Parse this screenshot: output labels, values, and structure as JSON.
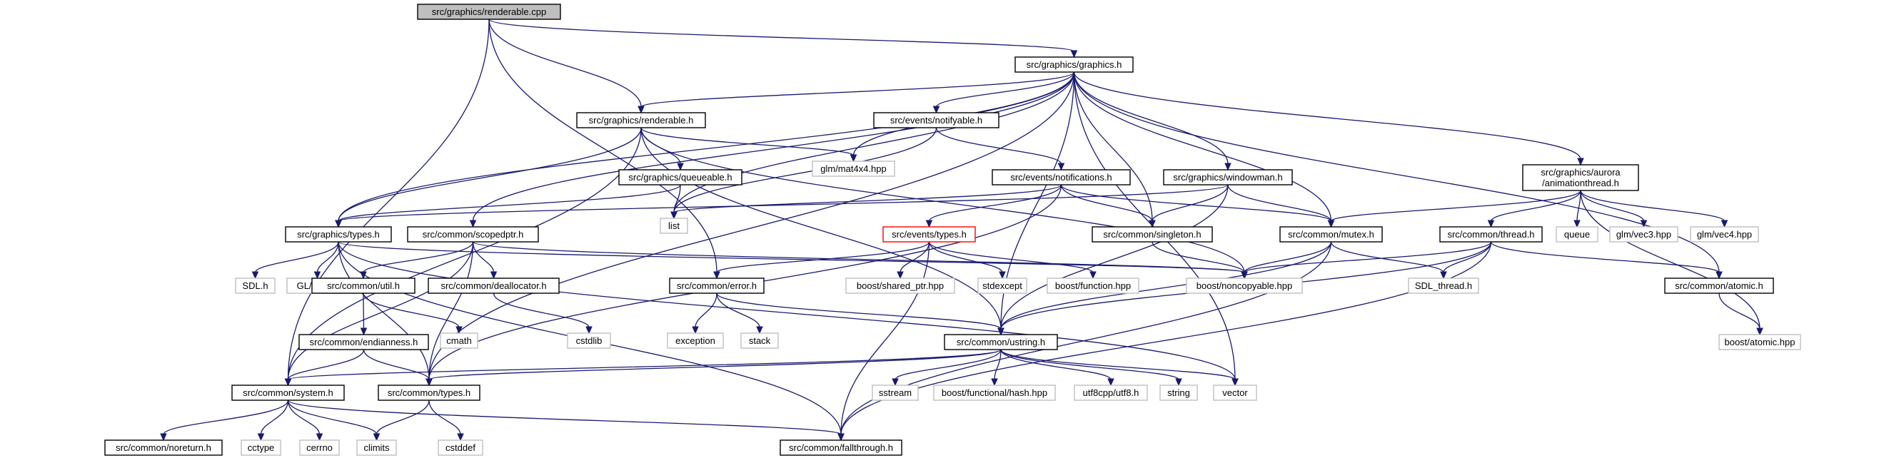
{
  "diagram": {
    "type": "include-dependency-graph",
    "colors": {
      "edge": "#191970",
      "project_border": "#000000",
      "external_border": "#bfbfbf",
      "root_fill": "#bfbfbf",
      "highlight_border": "#ff0000"
    },
    "nodes": [
      {
        "id": "renderable_cpp",
        "lines": [
          "src/graphics/renderable.cpp"
        ],
        "kind": "root"
      },
      {
        "id": "graphics_h",
        "lines": [
          "src/graphics/graphics.h"
        ],
        "kind": "project"
      },
      {
        "id": "renderable_h",
        "lines": [
          "src/graphics/renderable.h"
        ],
        "kind": "project"
      },
      {
        "id": "notifyable_h",
        "lines": [
          "src/events/notifyable.h"
        ],
        "kind": "project"
      },
      {
        "id": "glm_mat4",
        "lines": [
          "glm/mat4x4.hpp"
        ],
        "kind": "external"
      },
      {
        "id": "queueable_h",
        "lines": [
          "src/graphics/queueable.h"
        ],
        "kind": "project"
      },
      {
        "id": "notifications_h",
        "lines": [
          "src/events/notifications.h"
        ],
        "kind": "project"
      },
      {
        "id": "windowman_h",
        "lines": [
          "src/graphics/windowman.h"
        ],
        "kind": "project"
      },
      {
        "id": "animthread_h",
        "lines": [
          "src/graphics/aurora",
          "/animationthread.h"
        ],
        "kind": "project"
      },
      {
        "id": "list",
        "lines": [
          "list"
        ],
        "kind": "external"
      },
      {
        "id": "gfx_types_h",
        "lines": [
          "src/graphics/types.h"
        ],
        "kind": "project"
      },
      {
        "id": "scopedptr_h",
        "lines": [
          "src/common/scopedptr.h"
        ],
        "kind": "project"
      },
      {
        "id": "ev_types_h",
        "lines": [
          "src/events/types.h"
        ],
        "kind": "highlight"
      },
      {
        "id": "singleton_h",
        "lines": [
          "src/common/singleton.h"
        ],
        "kind": "project"
      },
      {
        "id": "mutex_h",
        "lines": [
          "src/common/mutex.h"
        ],
        "kind": "project"
      },
      {
        "id": "thread_h",
        "lines": [
          "src/common/thread.h"
        ],
        "kind": "project"
      },
      {
        "id": "queue",
        "lines": [
          "queue"
        ],
        "kind": "external"
      },
      {
        "id": "glm_vec3",
        "lines": [
          "glm/vec3.hpp"
        ],
        "kind": "external"
      },
      {
        "id": "glm_vec4",
        "lines": [
          "glm/vec4.hpp"
        ],
        "kind": "external"
      },
      {
        "id": "sdl_h",
        "lines": [
          "SDL.h"
        ],
        "kind": "external"
      },
      {
        "id": "glew_h",
        "lines": [
          "GL/glew.h"
        ],
        "kind": "external"
      },
      {
        "id": "util_h",
        "lines": [
          "src/common/util.h"
        ],
        "kind": "project"
      },
      {
        "id": "deallocator_h",
        "lines": [
          "src/common/deallocator.h"
        ],
        "kind": "project"
      },
      {
        "id": "error_h",
        "lines": [
          "src/common/error.h"
        ],
        "kind": "project"
      },
      {
        "id": "boost_shared",
        "lines": [
          "boost/shared_ptr.hpp"
        ],
        "kind": "external"
      },
      {
        "id": "stdexcept",
        "lines": [
          "stdexcept"
        ],
        "kind": "external"
      },
      {
        "id": "boost_function",
        "lines": [
          "boost/function.hpp"
        ],
        "kind": "external"
      },
      {
        "id": "boost_noncopy",
        "lines": [
          "boost/noncopyable.hpp"
        ],
        "kind": "external"
      },
      {
        "id": "sdl_thread",
        "lines": [
          "SDL_thread.h"
        ],
        "kind": "external"
      },
      {
        "id": "atomic_h",
        "lines": [
          "src/common/atomic.h"
        ],
        "kind": "project"
      },
      {
        "id": "cmath",
        "lines": [
          "cmath"
        ],
        "kind": "external"
      },
      {
        "id": "endianness_h",
        "lines": [
          "src/common/endianness.h"
        ],
        "kind": "project"
      },
      {
        "id": "cstdlib",
        "lines": [
          "cstdlib"
        ],
        "kind": "external"
      },
      {
        "id": "exception",
        "lines": [
          "exception"
        ],
        "kind": "external"
      },
      {
        "id": "stack",
        "lines": [
          "stack"
        ],
        "kind": "external"
      },
      {
        "id": "ustring_h",
        "lines": [
          "src/common/ustring.h"
        ],
        "kind": "project"
      },
      {
        "id": "boost_atomic",
        "lines": [
          "boost/atomic.hpp"
        ],
        "kind": "external"
      },
      {
        "id": "system_h",
        "lines": [
          "src/common/system.h"
        ],
        "kind": "project"
      },
      {
        "id": "cm_types_h",
        "lines": [
          "src/common/types.h"
        ],
        "kind": "project"
      },
      {
        "id": "sstream",
        "lines": [
          "sstream"
        ],
        "kind": "external"
      },
      {
        "id": "boost_hash",
        "lines": [
          "boost/functional/hash.hpp"
        ],
        "kind": "external"
      },
      {
        "id": "utf8",
        "lines": [
          "utf8cpp/utf8.h"
        ],
        "kind": "external"
      },
      {
        "id": "string",
        "lines": [
          "string"
        ],
        "kind": "external"
      },
      {
        "id": "vector",
        "lines": [
          "vector"
        ],
        "kind": "external"
      },
      {
        "id": "noreturn_h",
        "lines": [
          "src/common/noreturn.h"
        ],
        "kind": "project"
      },
      {
        "id": "cctype",
        "lines": [
          "cctype"
        ],
        "kind": "external"
      },
      {
        "id": "cerrno",
        "lines": [
          "cerrno"
        ],
        "kind": "external"
      },
      {
        "id": "climits",
        "lines": [
          "climits"
        ],
        "kind": "external"
      },
      {
        "id": "cstddef",
        "lines": [
          "cstddef"
        ],
        "kind": "external"
      },
      {
        "id": "fallthrough_h",
        "lines": [
          "src/common/fallthrough.h"
        ],
        "kind": "project"
      }
    ],
    "edges": [
      [
        "renderable_cpp",
        "graphics_h"
      ],
      [
        "renderable_cpp",
        "renderable_h"
      ],
      [
        "renderable_cpp",
        "error_h"
      ],
      [
        "renderable_cpp",
        "system_h"
      ],
      [
        "graphics_h",
        "renderable_h"
      ],
      [
        "graphics_h",
        "notifyable_h"
      ],
      [
        "graphics_h",
        "glm_mat4"
      ],
      [
        "graphics_h",
        "list"
      ],
      [
        "graphics_h",
        "gfx_types_h"
      ],
      [
        "graphics_h",
        "scopedptr_h"
      ],
      [
        "graphics_h",
        "singleton_h"
      ],
      [
        "graphics_h",
        "mutex_h"
      ],
      [
        "graphics_h",
        "windowman_h"
      ],
      [
        "graphics_h",
        "animthread_h"
      ],
      [
        "graphics_h",
        "atomic_h"
      ],
      [
        "graphics_h",
        "ustring_h"
      ],
      [
        "graphics_h",
        "cm_types_h"
      ],
      [
        "graphics_h",
        "vector"
      ],
      [
        "renderable_h",
        "queueable_h"
      ],
      [
        "renderable_h",
        "glm_mat4"
      ],
      [
        "renderable_h",
        "gfx_types_h"
      ],
      [
        "renderable_h",
        "boost_noncopy"
      ],
      [
        "renderable_h",
        "ustring_h"
      ],
      [
        "renderable_h",
        "system_h"
      ],
      [
        "notifyable_h",
        "list"
      ],
      [
        "notifyable_h",
        "notifications_h"
      ],
      [
        "queueable_h",
        "list"
      ],
      [
        "queueable_h",
        "gfx_types_h"
      ],
      [
        "notifications_h",
        "list"
      ],
      [
        "notifications_h",
        "ev_types_h"
      ],
      [
        "notifications_h",
        "singleton_h"
      ],
      [
        "notifications_h",
        "mutex_h"
      ],
      [
        "notifications_h",
        "cm_types_h"
      ],
      [
        "windowman_h",
        "gfx_types_h"
      ],
      [
        "windowman_h",
        "singleton_h"
      ],
      [
        "windowman_h",
        "mutex_h"
      ],
      [
        "windowman_h",
        "ustring_h"
      ],
      [
        "animthread_h",
        "mutex_h"
      ],
      [
        "animthread_h",
        "thread_h"
      ],
      [
        "animthread_h",
        "queue"
      ],
      [
        "animthread_h",
        "glm_vec3"
      ],
      [
        "animthread_h",
        "glm_vec4"
      ],
      [
        "animthread_h",
        "boost_atomic"
      ],
      [
        "gfx_types_h",
        "sdl_h"
      ],
      [
        "gfx_types_h",
        "glew_h"
      ],
      [
        "gfx_types_h",
        "boost_noncopy"
      ],
      [
        "gfx_types_h",
        "vector"
      ],
      [
        "gfx_types_h",
        "cm_types_h"
      ],
      [
        "gfx_types_h",
        "fallthrough_h"
      ],
      [
        "scopedptr_h",
        "boost_noncopy"
      ],
      [
        "scopedptr_h",
        "util_h"
      ],
      [
        "scopedptr_h",
        "deallocator_h"
      ],
      [
        "scopedptr_h",
        "system_h"
      ],
      [
        "scopedptr_h",
        "cm_types_h"
      ],
      [
        "ev_types_h",
        "error_h"
      ],
      [
        "ev_types_h",
        "boost_shared"
      ],
      [
        "ev_types_h",
        "stdexcept"
      ],
      [
        "ev_types_h",
        "boost_function"
      ],
      [
        "ev_types_h",
        "fallthrough_h"
      ],
      [
        "singleton_h",
        "boost_noncopy"
      ],
      [
        "mutex_h",
        "boost_noncopy"
      ],
      [
        "mutex_h",
        "sdl_thread"
      ],
      [
        "mutex_h",
        "ustring_h"
      ],
      [
        "mutex_h",
        "fallthrough_h"
      ],
      [
        "thread_h",
        "boost_noncopy"
      ],
      [
        "thread_h",
        "sdl_thread"
      ],
      [
        "thread_h",
        "atomic_h"
      ],
      [
        "thread_h",
        "ustring_h"
      ],
      [
        "thread_h",
        "fallthrough_h"
      ],
      [
        "atomic_h",
        "boost_atomic"
      ],
      [
        "util_h",
        "cmath"
      ],
      [
        "util_h",
        "endianness_h"
      ],
      [
        "deallocator_h",
        "cstdlib"
      ],
      [
        "endianness_h",
        "system_h"
      ],
      [
        "endianness_h",
        "cm_types_h"
      ],
      [
        "error_h",
        "exception"
      ],
      [
        "error_h",
        "stack"
      ],
      [
        "error_h",
        "ustring_h"
      ],
      [
        "ustring_h",
        "system_h"
      ],
      [
        "ustring_h",
        "cm_types_h"
      ],
      [
        "ustring_h",
        "sstream"
      ],
      [
        "ustring_h",
        "boost_hash"
      ],
      [
        "ustring_h",
        "utf8"
      ],
      [
        "ustring_h",
        "string"
      ],
      [
        "ustring_h",
        "vector"
      ],
      [
        "system_h",
        "noreturn_h"
      ],
      [
        "system_h",
        "cctype"
      ],
      [
        "system_h",
        "cerrno"
      ],
      [
        "system_h",
        "climits"
      ],
      [
        "system_h",
        "fallthrough_h"
      ],
      [
        "cm_types_h",
        "climits"
      ],
      [
        "cm_types_h",
        "cstddef"
      ]
    ]
  }
}
